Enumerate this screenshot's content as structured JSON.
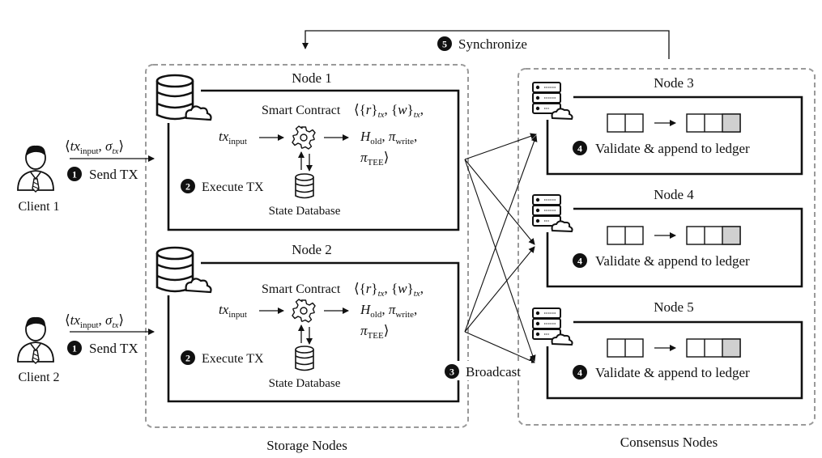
{
  "sync": {
    "step": "5",
    "label": "Synchronize"
  },
  "broadcast": {
    "step": "3",
    "label": "Broadcast"
  },
  "groups": {
    "storage_label": "Storage Nodes",
    "consensus_label": "Consensus Nodes"
  },
  "clients": [
    {
      "name": "Client 1",
      "step": "1",
      "action": "Send TX",
      "msg_open": "⟨",
      "msg_tx": "tx",
      "msg_sub": "input",
      "msg_sep": ", ",
      "msg_sigma": "σ",
      "msg_sigsub": "tx",
      "msg_close": "⟩"
    },
    {
      "name": "Client 2",
      "step": "1",
      "action": "Send TX",
      "msg_open": "⟨",
      "msg_tx": "tx",
      "msg_sub": "input",
      "msg_sep": ", ",
      "msg_sigma": "σ",
      "msg_sigsub": "tx",
      "msg_close": "⟩"
    }
  ],
  "storage_nodes": [
    {
      "title": "Node 1",
      "input_tx": "tx",
      "input_sub": "input",
      "sc_label": "Smart Contract",
      "rw_open": "⟨{",
      "r": "r",
      "rsub": "tx",
      "mid": "}",
      "sep": ", {",
      "w": "w",
      "wsub": "tx",
      "rw_close": "},",
      "h": "H",
      "hsub": "old",
      "pi1": "π",
      "pi1sub": "write",
      "pi2": "π",
      "pi2sub": "TEE",
      "end": "⟩",
      "exec_step": "2",
      "exec_label": "Execute TX",
      "db_label": "State Database"
    },
    {
      "title": "Node 2",
      "input_tx": "tx",
      "input_sub": "input",
      "sc_label": "Smart Contract",
      "rw_open": "⟨{",
      "r": "r",
      "rsub": "tx",
      "mid": "}",
      "sep": ", {",
      "w": "w",
      "wsub": "tx",
      "rw_close": "},",
      "h": "H",
      "hsub": "old",
      "pi1": "π",
      "pi1sub": "write",
      "pi2": "π",
      "pi2sub": "TEE",
      "end": "⟩",
      "exec_step": "2",
      "exec_label": "Execute TX",
      "db_label": "State Database"
    }
  ],
  "consensus_nodes": [
    {
      "title": "Node 3",
      "step": "4",
      "label": "Validate & append to ledger"
    },
    {
      "title": "Node 4",
      "step": "4",
      "label": "Validate & append to ledger"
    },
    {
      "title": "Node 5",
      "step": "4",
      "label": "Validate & append to ledger"
    }
  ],
  "colors": {
    "line": "#111111",
    "dashed": "#9a9a9a",
    "block_fill": "#d0d0d0",
    "badge": "#111111"
  }
}
